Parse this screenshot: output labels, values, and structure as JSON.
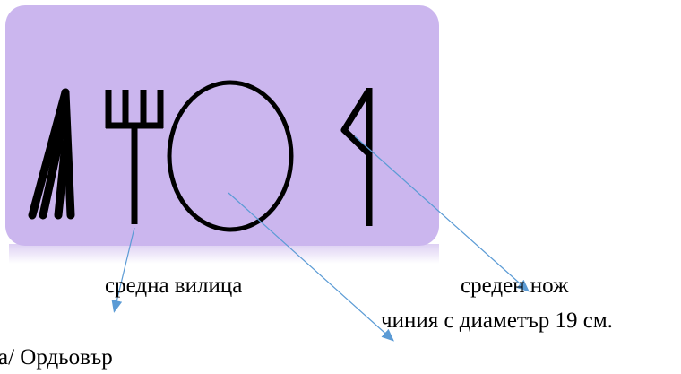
{
  "labels": {
    "fork": "средна вилица",
    "knife": "среден нож",
    "plate": "чиния с диаметър 19 см.",
    "bottom_fragment": "а/ Ордьовър"
  },
  "colors": {
    "panel": "#cbb6ee",
    "panel_shadow": "#e6dbf7",
    "cutlery": "#000000",
    "arrow": "#5b9bd5"
  },
  "icons": {
    "left_cutlery": "fish-knives-icon",
    "fork": "fork-icon",
    "plate": "plate-icon",
    "knife": "knife-icon"
  }
}
